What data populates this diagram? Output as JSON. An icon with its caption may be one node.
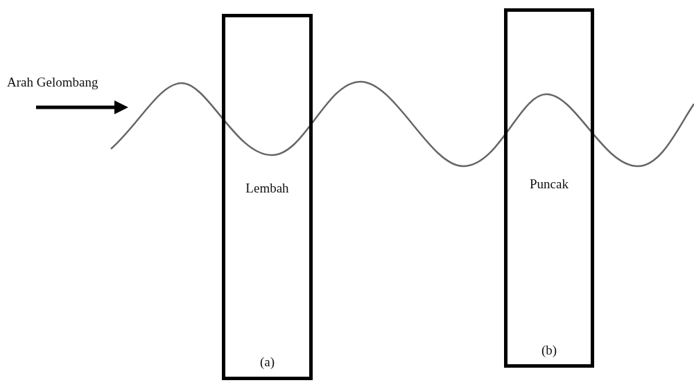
{
  "diagram": {
    "nodes": [
      {
        "text": [
          "Lembah",
          "(a)"
        ]
      },
      {
        "text": [
          "Puncak",
          "(b)"
        ]
      }
    ],
    "labels": [
      "Arah Gelombang"
    ]
  }
}
